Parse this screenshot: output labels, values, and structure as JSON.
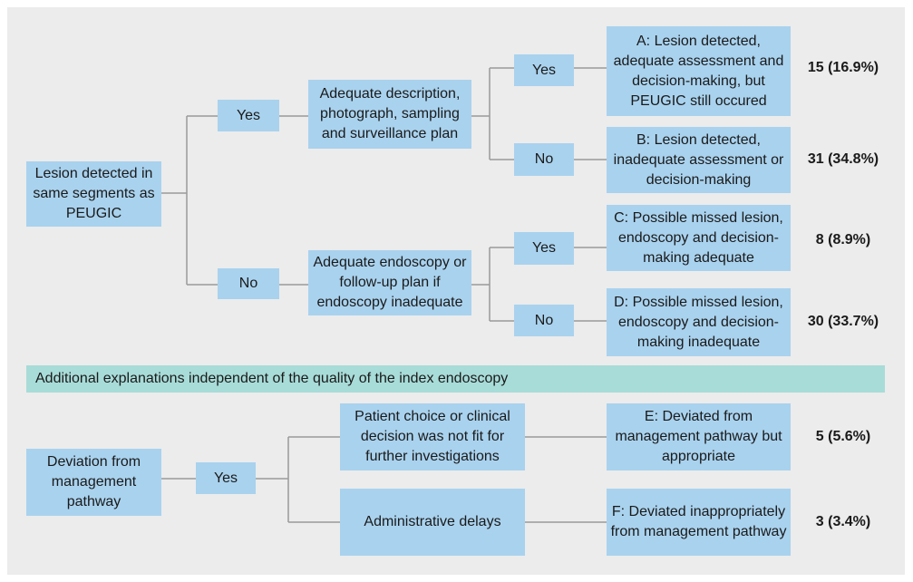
{
  "upper": {
    "root": "Lesion detected in same segments as PEUGIC",
    "yes": "Yes",
    "no": "No",
    "adequate_desc": "Adequate description, photograph, sampling and surveillance plan",
    "adequate_endo": "Adequate endoscopy or follow-up plan if endoscopy inadequate",
    "yes_a": "Yes",
    "no_b": "No",
    "yes_c": "Yes",
    "no_d": "No",
    "outcome_a": "A: Lesion detected, adequate assessment and decision-making, but PEUGIC still occured",
    "outcome_b": "B: Lesion detected, inadequate assessment or decision-making",
    "outcome_c": "C: Possible missed lesion, endoscopy and decision-making adequate",
    "outcome_d": "D: Possible missed lesion, endoscopy and decision-making inadequate",
    "count_a": "15 (16.9%)",
    "count_b": "31 (34.8%)",
    "count_c": "8 (8.9%)",
    "count_d": "30 (33.7%)"
  },
  "banner": "Additional explanations independent of the quality of the index endoscopy",
  "lower": {
    "root": "Deviation from management pathway",
    "yes": "Yes",
    "patient_choice": "Patient choice or clinical decision was not fit for further investigations",
    "admin": "Administrative delays",
    "outcome_e": "E: Deviated from management pathway but appropriate",
    "outcome_f": "F: Deviated inappropriately from management pathway",
    "count_e": "5 (5.6%)",
    "count_f": "3 (3.4%)"
  }
}
